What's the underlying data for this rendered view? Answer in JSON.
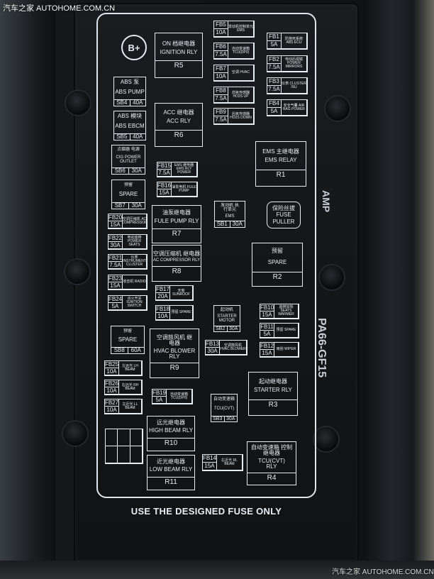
{
  "watermark": {
    "top_left": "汽车之家  AUTOHOME.COM.CN",
    "bottom_right": "汽车之家 AUTOHOME.COM.CN"
  },
  "b_plus": "B+",
  "relays": {
    "r5": {
      "cn": "ON 档继电器",
      "en": "IGNITION RLY",
      "id": "R5"
    },
    "r6": {
      "cn": "ACC 继电器",
      "en": "ACC RLY",
      "id": "R6"
    },
    "r1": {
      "cn": "EMS 主继电器",
      "en": "EMS RELAY",
      "id": "R1"
    },
    "r7": {
      "cn": "油泵继电器",
      "en": "FULE PUMP RLY",
      "id": "R7"
    },
    "r8": {
      "cn": "空调压缩机 继电器",
      "en": "AC COMPRESSOR RLY",
      "id": "R8"
    },
    "r2": {
      "cn": "预留",
      "en": "SPARE",
      "id": "R2"
    },
    "r9": {
      "cn": "空调鼓风机 继电器",
      "en": "HVAC BLOWER RLY",
      "id": "R9"
    },
    "r3": {
      "cn": "起动继电器",
      "en": "STARTER RLY",
      "id": "R3"
    },
    "r10": {
      "cn": "远光继电器",
      "en": "HIGH BEAM RLY",
      "id": "R10"
    },
    "r11": {
      "cn": "近光继电器",
      "en": "LOW BEAM RLY",
      "id": "R11"
    },
    "r4": {
      "cn": "自动变速箱 控制继电器",
      "en": "TCU(CVT) RLY",
      "id": "R4"
    }
  },
  "large_fuses": {
    "sb4": {
      "cn": "ABS 泵",
      "en": "ABS PUMP",
      "id": "SB4",
      "amp": "40A"
    },
    "sb5": {
      "cn": "ABS 模块",
      "en": "ABS EBCM",
      "id": "SB5",
      "amp": "40A"
    },
    "sb6": {
      "cn": "点烟器 电源",
      "en": "CIG POWER OUTLET",
      "id": "SB6",
      "amp": "30A"
    },
    "sb7": {
      "cn": "预留",
      "en": "SPARE",
      "id": "SB7",
      "amp": "30A"
    },
    "sb1": {
      "cn": "发动机 执行单元",
      "en": "EMS",
      "id": "SB1",
      "amp": "30A"
    },
    "sb2": {
      "cn": "起动机",
      "en": "STARTER MOTOR",
      "id": "SB2",
      "amp": "30A"
    },
    "sb8": {
      "cn": "预留",
      "en": "SPARE",
      "id": "SB8",
      "amp": "60A"
    },
    "sb3": {
      "cn": "自动变速箱",
      "en": "TCU(CVT)",
      "id": "SB3",
      "amp": "30A"
    }
  },
  "fuses": {
    "fb5": {
      "id": "FB5",
      "amp": "10A",
      "desc": "发动机控制单元 EMS"
    },
    "fb6": {
      "id": "FB6",
      "amp": "7.5A",
      "desc": "自动变速箱 TCU(DP0)"
    },
    "fb7": {
      "id": "FB7",
      "amp": "10A",
      "desc": "空调 HVAC"
    },
    "fb8": {
      "id": "FB8",
      "amp": "7.5A",
      "desc": "前氧传感器 HO2S UP"
    },
    "fb9": {
      "id": "FB9",
      "amp": "7.5A",
      "desc": "后氧传感器 HO2S DOWN"
    },
    "fb1": {
      "id": "FB1",
      "amp": "5A",
      "desc": "防抱死系统 ABS ECU"
    },
    "fb2": {
      "id": "FB2",
      "amp": "7.5A",
      "desc": "电动后视镜 POWER MIRRORS"
    },
    "fb3": {
      "id": "FB3",
      "amp": "7.5A",
      "desc": "仪表 CLUSTER ISU"
    },
    "fb4": {
      "id": "FB4",
      "amp": "5A",
      "desc": "安全气囊 AIR BAG POWER"
    },
    "fb15": {
      "id": "FB15",
      "amp": "7.5A",
      "desc": "EMS 继电器 EMS RLY POWER"
    },
    "fb16": {
      "id": "FB16",
      "amp": "15A",
      "desc": "油泵电机 FULE PUMP"
    },
    "fb20": {
      "id": "FB20",
      "amp": "15A",
      "desc": "空调压缩机 AC COMPRESSOR"
    },
    "fb22": {
      "id": "FB22",
      "amp": "30A",
      "desc": "电动座椅 POWER SEATS"
    },
    "fb21": {
      "id": "FB21",
      "amp": "7.5A",
      "desc": "仪表 INSTRUMENT CLUSTER"
    },
    "fb23": {
      "id": "FB23",
      "amp": "15A",
      "desc": "收音机 RADIO"
    },
    "fb24": {
      "id": "FB24",
      "amp": "5A",
      "desc": "点火开关 IGNITION SWITCH"
    },
    "fb17": {
      "id": "FB17",
      "amp": "20A",
      "desc": "天窗 SUNROOF"
    },
    "fb18": {
      "id": "FB18",
      "amp": "10A",
      "desc": "预留 SPARE"
    },
    "fb10": {
      "id": "FB10",
      "amp": "15A",
      "desc": "座椅加热 SEATS WARMER"
    },
    "fb11": {
      "id": "FB11",
      "amp": "5A",
      "desc": "预留 SPARE"
    },
    "fb12": {
      "id": "FB12",
      "amp": "15A",
      "desc": "雨刮 WIPER"
    },
    "fb13": {
      "id": "FB13",
      "amp": "30A",
      "desc": "空调鼓风机 HVAC BLOWER"
    },
    "fb25": {
      "id": "FB25",
      "amp": "10A",
      "desc": "左远光 LH BEAM"
    },
    "fb26": {
      "id": "FB26",
      "amp": "10A",
      "desc": "右远光 RH BEAM"
    },
    "fb27": {
      "id": "FB27",
      "amp": "10A",
      "desc": "左近光 LL BEAM"
    },
    "fb19": {
      "id": "FB19",
      "amp": "5A",
      "desc": "自动变速箱 TCU(DP0)"
    },
    "fb14": {
      "id": "FB14",
      "amp": "15A",
      "desc": "右近光 RL BEAM"
    }
  },
  "puller": {
    "cn": "保险丝拔",
    "en1": "FUSE",
    "en2": "PULLER"
  },
  "side_labels": {
    "amp": "AMP",
    "part": "PA66-GF15"
  },
  "footer": "USE THE DESIGNED FUSE ONLY"
}
